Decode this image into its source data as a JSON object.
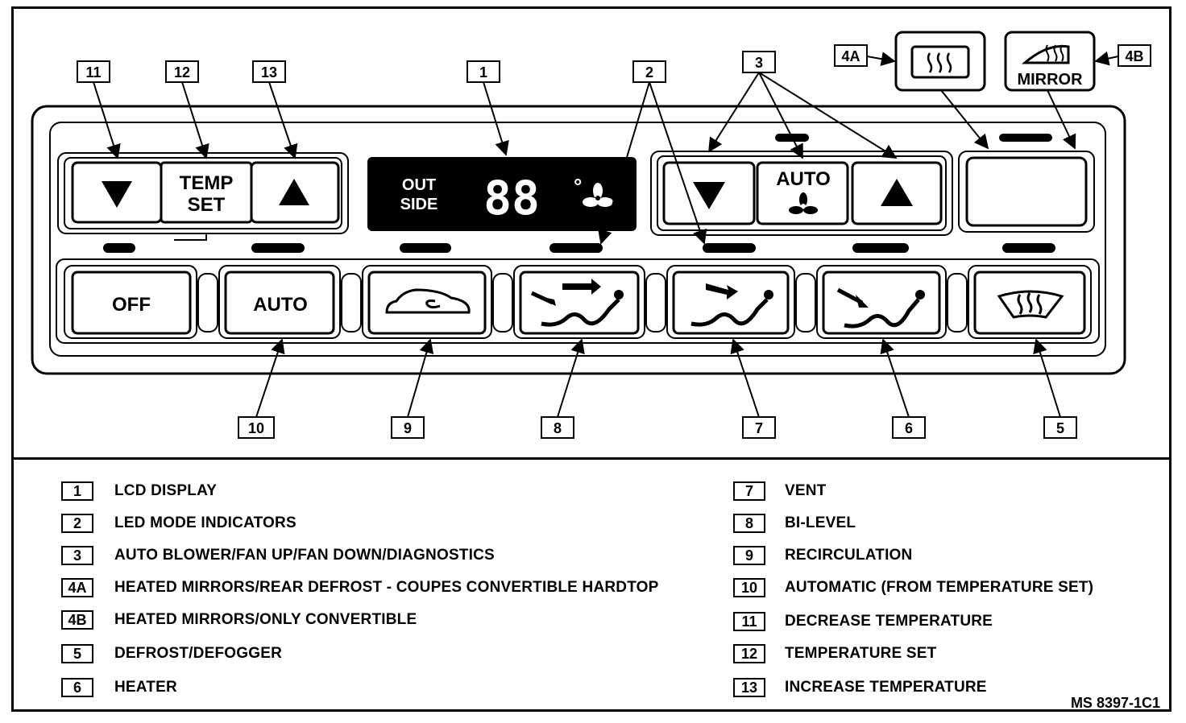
{
  "panel": {
    "lcd": {
      "out": "OUT",
      "side": "SIDE",
      "digits": "88",
      "degree": "°"
    },
    "temp_set": {
      "line1": "TEMP",
      "line2": "SET"
    },
    "fan_auto": "AUTO",
    "mirror_label": "MIRROR",
    "buttons": {
      "off": "OFF",
      "auto": "AUTO"
    }
  },
  "callouts": {
    "c1": "1",
    "c2": "2",
    "c3": "3",
    "c4a": "4A",
    "c4b": "4B",
    "c5": "5",
    "c6": "6",
    "c7": "7",
    "c8": "8",
    "c9": "9",
    "c10": "10",
    "c11": "11",
    "c12": "12",
    "c13": "13"
  },
  "legend": [
    {
      "num": "1",
      "text": "LCD DISPLAY"
    },
    {
      "num": "2",
      "text": "LED MODE INDICATORS"
    },
    {
      "num": "3",
      "text": "AUTO BLOWER/FAN UP/FAN DOWN/DIAGNOSTICS"
    },
    {
      "num": "4A",
      "text": "HEATED MIRRORS/REAR DEFROST - COUPES CONVERTIBLE HARDTOP"
    },
    {
      "num": "4B",
      "text": "HEATED MIRRORS/ONLY CONVERTIBLE"
    },
    {
      "num": "5",
      "text": "DEFROST/DEFOGGER"
    },
    {
      "num": "6",
      "text": "HEATER"
    },
    {
      "num": "7",
      "text": "VENT"
    },
    {
      "num": "8",
      "text": "BI-LEVEL"
    },
    {
      "num": "9",
      "text": "RECIRCULATION"
    },
    {
      "num": "10",
      "text": "AUTOMATIC (FROM TEMPERATURE SET)"
    },
    {
      "num": "11",
      "text": "DECREASE TEMPERATURE"
    },
    {
      "num": "12",
      "text": "TEMPERATURE SET"
    },
    {
      "num": "13",
      "text": "INCREASE TEMPERATURE"
    }
  ],
  "figure_id": "MS 8397-1C1"
}
